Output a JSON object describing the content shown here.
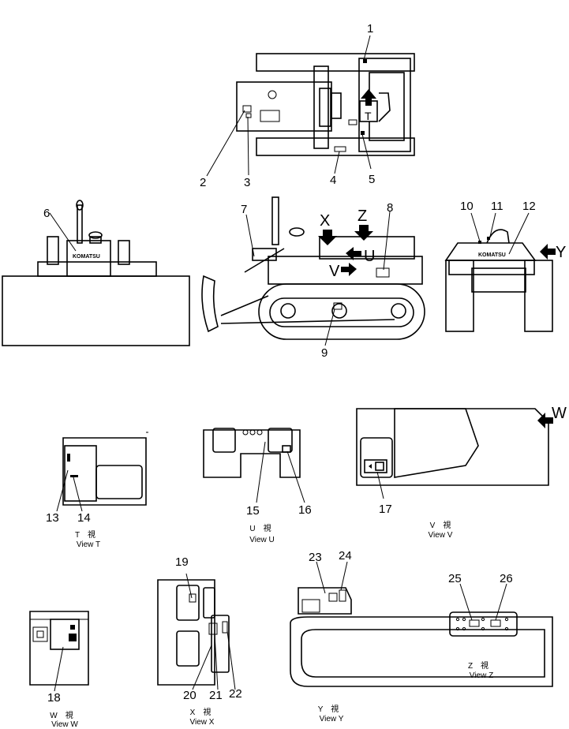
{
  "callouts": [
    "1",
    "2",
    "3",
    "4",
    "5",
    "6",
    "7",
    "8",
    "9",
    "10",
    "11",
    "12",
    "13",
    "14",
    "15",
    "16",
    "17",
    "18",
    "19",
    "20",
    "21",
    "22",
    "23",
    "24",
    "25",
    "26"
  ],
  "arrow_labels": {
    "t": "T",
    "u": "U",
    "v": "V",
    "w": "W",
    "x": "X",
    "y": "Y",
    "z": "Z"
  },
  "brand": "KOMATSU",
  "views": {
    "t": {
      "kanji": "T　視",
      "label": "View  T"
    },
    "u": {
      "kanji": "U　視",
      "label": "View  U"
    },
    "v": {
      "kanji": "V　視",
      "label": "View  V"
    },
    "w": {
      "kanji": "W　視",
      "label": "View  W"
    },
    "x": {
      "kanji": "X　視",
      "label": "View  X"
    },
    "y": {
      "kanji": "Y　視",
      "label": "View  Y"
    },
    "z": {
      "kanji": "Z　視",
      "label": "View  Z"
    }
  }
}
